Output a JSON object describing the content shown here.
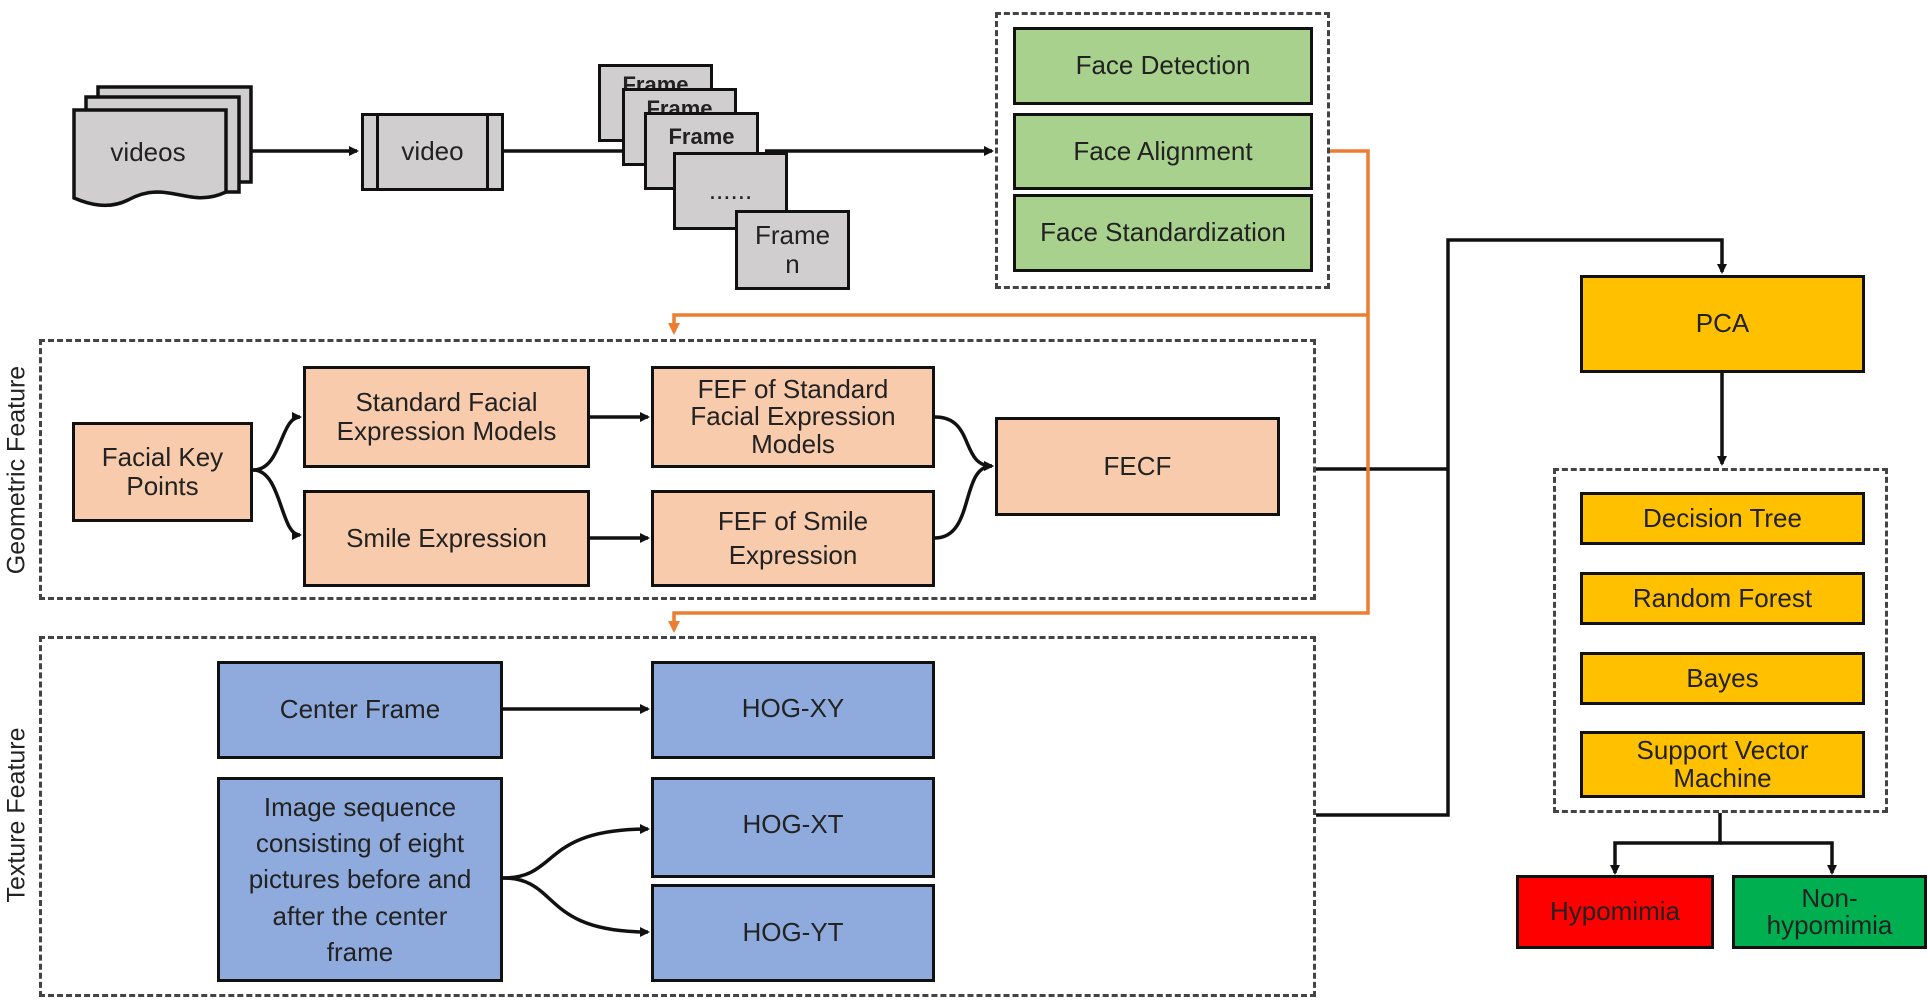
{
  "input": {
    "videos": "videos",
    "video": "video",
    "frame_back2": "Frame",
    "frame_back1": "Frame",
    "frame_front": "Frame",
    "frame_dots": "......",
    "frame_n": "Frame n"
  },
  "preprocess": {
    "face_detection": "Face Detection",
    "face_alignment": "Face Alignment",
    "face_standardization": "Face Standardization"
  },
  "geometric": {
    "section_label": "Geometric Feature",
    "facial_key_points": "Facial Key Points",
    "standard_models": "Standard Facial Expression Models",
    "smile_expression": "Smile Expression",
    "fef_standard": "FEF of Standard Facial Expression Models",
    "fef_smile": "FEF of Smile Expression",
    "fecf": "FECF"
  },
  "texture": {
    "section_label": "Texture Feature",
    "center_frame": "Center Frame",
    "image_sequence": "Image sequence consisting of eight pictures before and after the center frame",
    "hog_xy": "HOG-XY",
    "hog_xt": "HOG-XT",
    "hog_yt": "HOG-YT"
  },
  "classification": {
    "pca": "PCA",
    "decision_tree": "Decision Tree",
    "random_forest": "Random Forest",
    "bayes": "Bayes",
    "svm": "Support Vector Machine",
    "hypomimia": "Hypomimia",
    "non_hypomimia": "Non-hypomimia"
  },
  "colors": {
    "preprocess": "#a8d18d",
    "geometric": "#f8cbad",
    "texture": "#8faadc",
    "classifier": "#ffc000",
    "hypomimia": "#ff0000",
    "non_hypomimia": "#00b050",
    "orange_connector": "#ed7d31"
  }
}
